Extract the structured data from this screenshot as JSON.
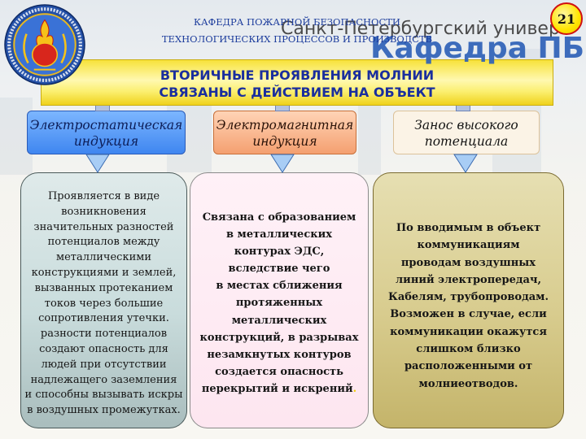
{
  "slide": {
    "number": "21"
  },
  "header": {
    "line1": "КАФЕДРА ПОЖАРНОЙ БЕЗОПАСНОСТИ",
    "line2": "ТЕХНОЛОГИЧЕСКИХ ПРОЦЕССОВ И ПРОИЗВОДСТВ"
  },
  "overlay": {
    "university": "Санкт-Петербургский универс",
    "department": "Кафедра ПБ"
  },
  "banner": {
    "line1": "ВТОРИЧНЫЕ ПРОЯВЛЕНИЯ МОЛНИИ",
    "line2": "СВЯЗАНЫ С ДЕЙСТВИЕМ НА ОБЪЕКТ"
  },
  "categories": [
    {
      "lines": [
        "Электростатическая",
        "индукция"
      ]
    },
    {
      "lines": [
        "Электромагнитная",
        "индукция"
      ]
    },
    {
      "lines": [
        "Занос высокого",
        "потенциала"
      ]
    }
  ],
  "descriptions": [
    {
      "lines": [
        "Проявляется в виде",
        "возникновения",
        "значительных разностей",
        "потенциалов между",
        "металлическими",
        "конструкциями и землей,",
        "вызванных протеканием",
        "токов через большие",
        "сопротивления утечки.",
        "разности потенциалов",
        "создают опасность для",
        "людей при отсутствии",
        "надлежащего заземления",
        "и способны вызывать искры",
        "в воздушных промежутках."
      ]
    },
    {
      "lines": [
        "Связана с образованием",
        "в металлических",
        "контурах ЭДС,",
        "вследствие чего",
        "в местах сближения",
        "протяженных",
        "металлических",
        "конструкций, в разрывах",
        "незамкнутых контуров",
        "создается опасность",
        "перекрытий и искрений"
      ],
      "tail": "."
    },
    {
      "lines": [
        "По вводимым в объект",
        "коммуникациям",
        "проводам воздушных",
        "линий электропередач,",
        "Кабелям, трубопроводам.",
        "Возможен в случае, если",
        "коммуникации окажутся",
        "слишком близко",
        "расположенными от",
        "молниеотводов."
      ]
    }
  ],
  "icons": {
    "emblem": "university-emblem-icon",
    "pointer": "arrow-down-icon"
  },
  "colors": {
    "header_text": "#1c3c9c",
    "department_text": "#2f62b8",
    "banner_text": "#1a2e9e",
    "slide_number_bg": "#ffe400",
    "slide_number_border": "#d01010",
    "connector": "#b4c3e0",
    "electrostatic_box": "#3f86f0",
    "electromagnetic_box": "#f4a070",
    "potential_box": "#fbf3e6",
    "left_desc_bg": "#c9dcdc",
    "middle_desc_bg": "#fde6f0",
    "right_desc_bg": "#d8cc8e",
    "period_accent": "#f0d000"
  }
}
